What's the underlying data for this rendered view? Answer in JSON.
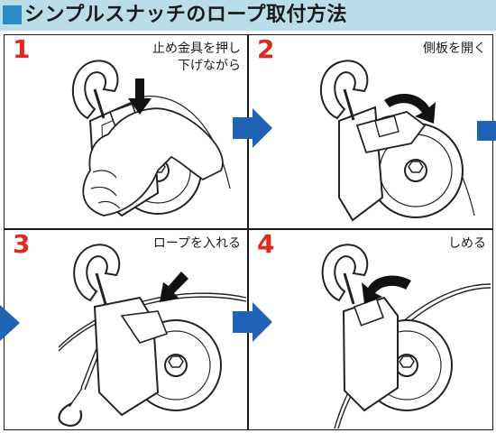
{
  "title": "シンプルスナッチのロープ取付方法",
  "colors": {
    "title_bar": "#b9dee8",
    "title_square": "#2d8ac9",
    "step_number": "#e0281c",
    "flow_arrow": "#1e63b5"
  },
  "steps": [
    {
      "number": "1",
      "caption_lines": [
        "止め金具を押し",
        "下げながら"
      ]
    },
    {
      "number": "2",
      "caption_lines": [
        "側板を開く"
      ]
    },
    {
      "number": "3",
      "caption_lines": [
        "ロープを入れる"
      ]
    },
    {
      "number": "4",
      "caption_lines": [
        "しめる"
      ]
    }
  ]
}
